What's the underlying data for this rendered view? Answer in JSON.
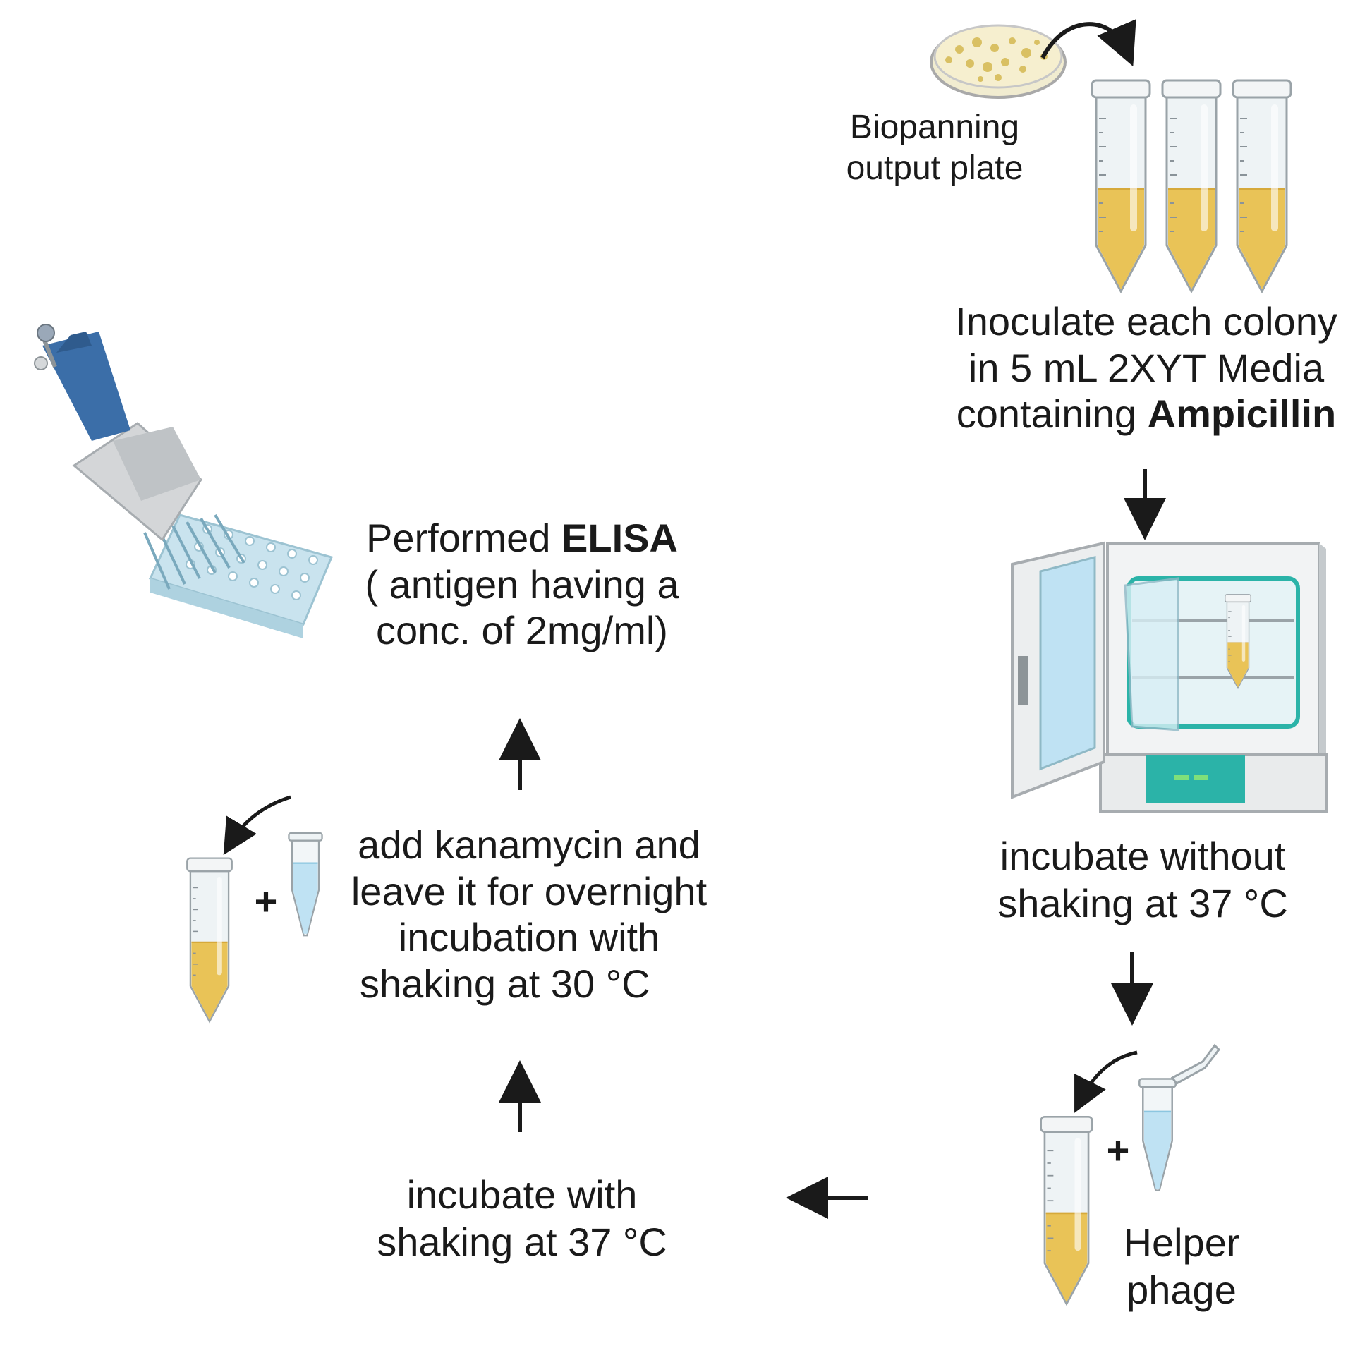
{
  "plate_label": {
    "line1": "Biopanning",
    "line2": "output plate"
  },
  "inoculate": {
    "line1": "Inoculate each colony",
    "line2": "in 5 mL 2XYT Media",
    "line3_prefix": "containing ",
    "line3_bold": "Ampicillin"
  },
  "incubate_no_shake": {
    "line1": "incubate without",
    "line2": "shaking at 37 °C"
  },
  "helper_phage": {
    "line1": "Helper",
    "line2": "phage"
  },
  "incubate_shake_37": {
    "line1": "incubate with",
    "line2": "shaking at 37 °C"
  },
  "kanamycin": {
    "line1": "add kanamycin and",
    "line2": "leave it for overnight",
    "line3": "incubation with",
    "line4": "shaking at 30 °C"
  },
  "elisa": {
    "line1_prefix": "Performed ",
    "line1_bold": "ELISA",
    "line2": "( antigen having a",
    "line3": "conc. of 2mg/ml)"
  },
  "plus_sign": "+",
  "colors": {
    "culture": "#e9c357",
    "culture_dark": "#d6a93a",
    "phage_liquid": "#bfe2f3",
    "teal": "#2bb3a8",
    "pipette_blue": "#3b6ea8",
    "arrow": "#1a1a1a"
  }
}
